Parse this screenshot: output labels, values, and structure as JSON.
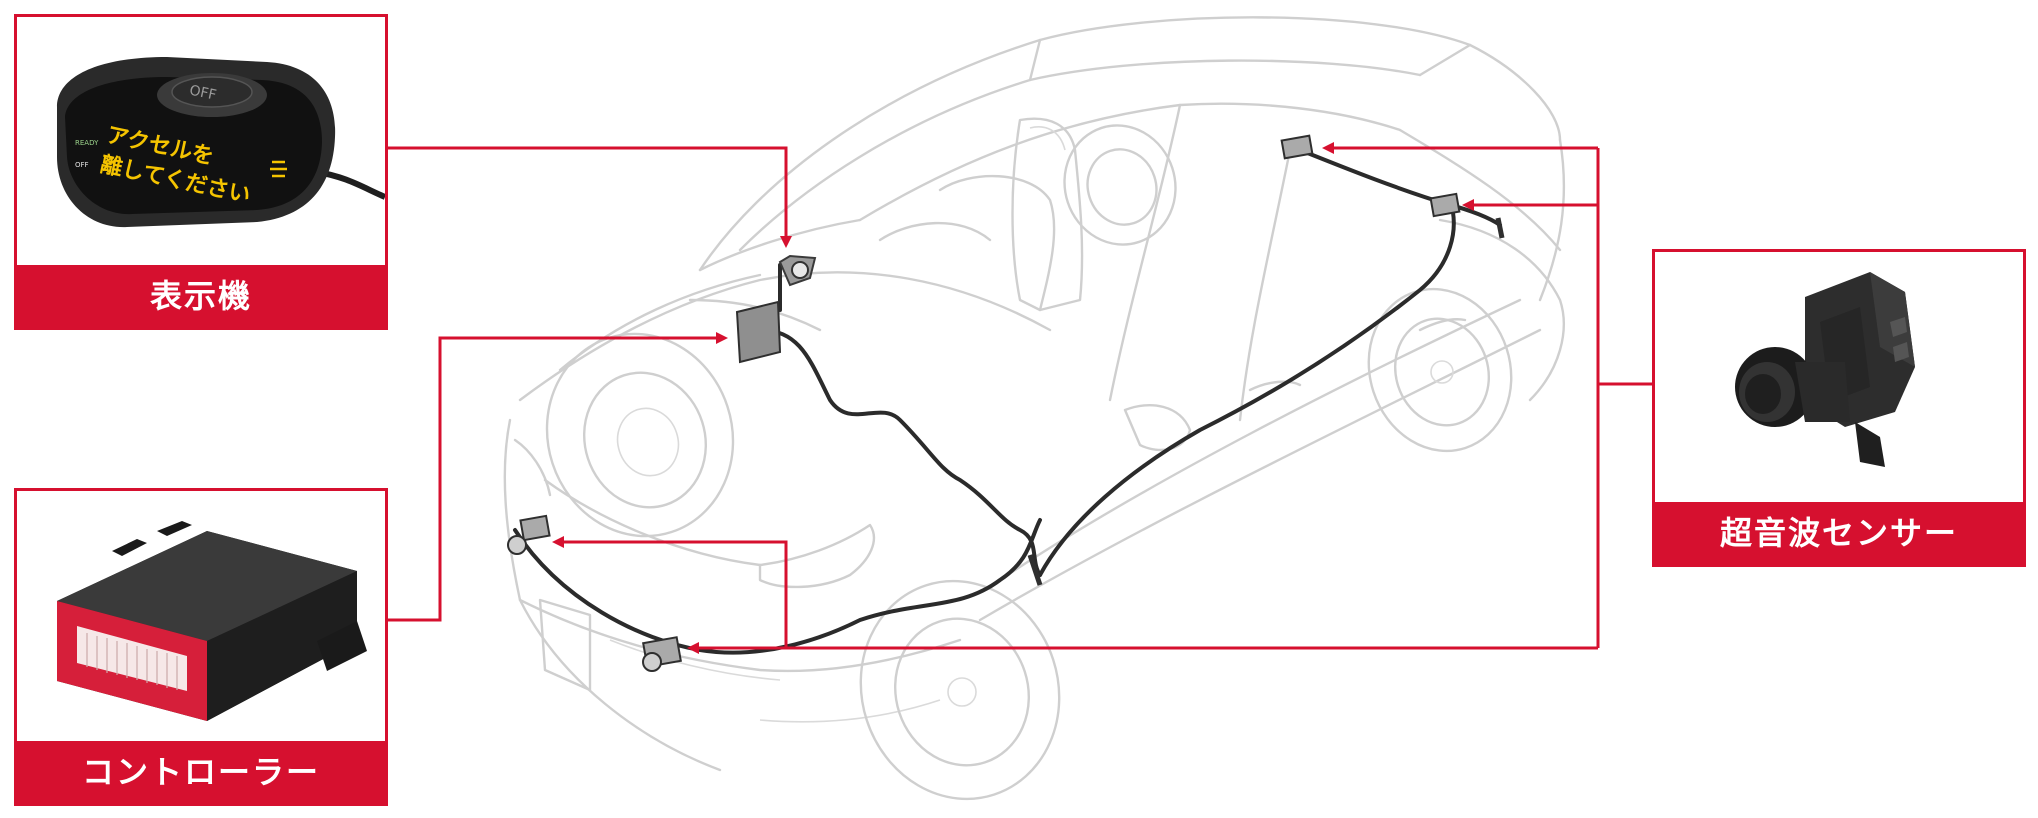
{
  "labels": {
    "display": "表示機",
    "controller": "コントローラー",
    "sensor": "超音波センサー"
  },
  "display_screen": {
    "line1": "アクセルを",
    "line2": "離してください",
    "button": "OFF",
    "indicator_top": "READY",
    "indicator_bottom": "OFF"
  },
  "colors": {
    "accent": "#d6102f",
    "screen_text": "#f5c400",
    "car_outline": "#cfcfcf",
    "harness": "#2b2b2b"
  }
}
